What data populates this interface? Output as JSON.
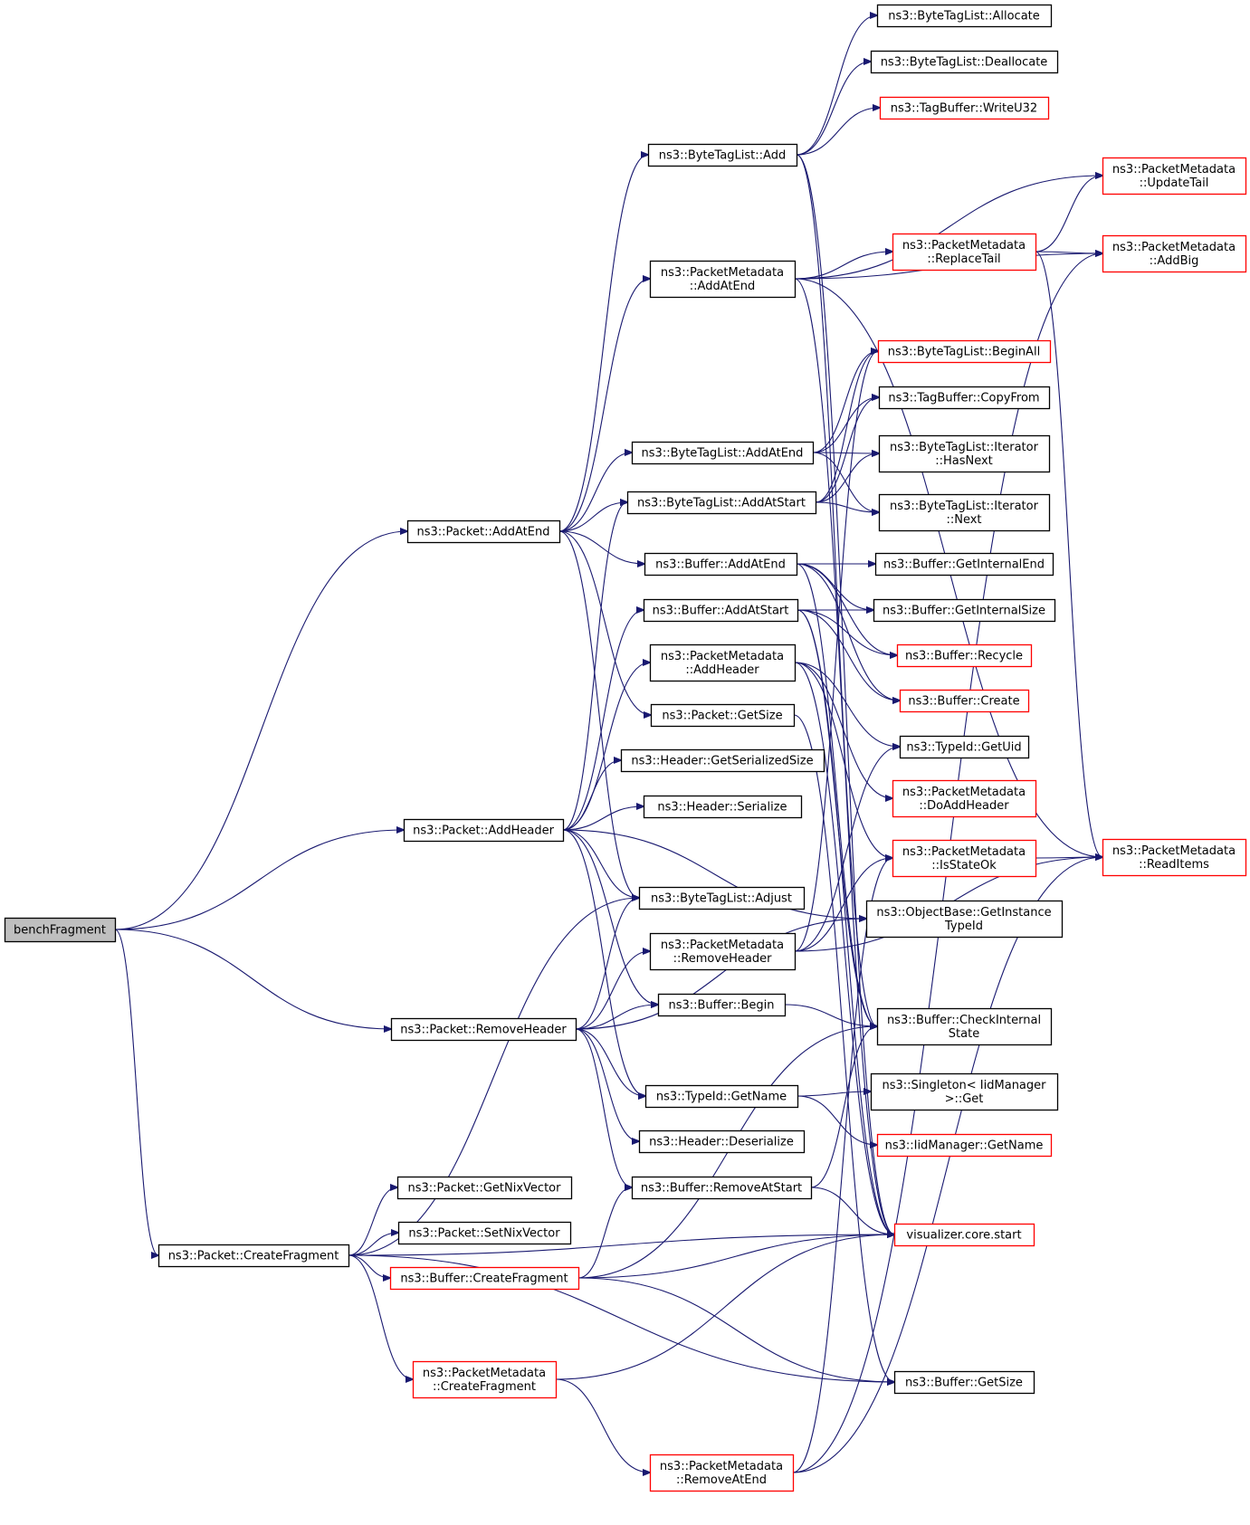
{
  "colors": {
    "edge": "#191970",
    "normal_border": "#000000",
    "red_border": "#ff0000",
    "root_fill": "#bfbfbf"
  },
  "nodes": [
    {
      "id": "benchFragment",
      "lines": [
        "benchFragment"
      ],
      "style": "root"
    },
    {
      "id": "AddAtEnd",
      "lines": [
        "ns3::Packet::AddAtEnd"
      ],
      "style": "black"
    },
    {
      "id": "AddHeader",
      "lines": [
        "ns3::Packet::AddHeader"
      ],
      "style": "black"
    },
    {
      "id": "RemoveHeader",
      "lines": [
        "ns3::Packet::RemoveHeader"
      ],
      "style": "black"
    },
    {
      "id": "CreateFragment",
      "lines": [
        "ns3::Packet::CreateFragment"
      ],
      "style": "black"
    },
    {
      "id": "BTL_Add",
      "lines": [
        "ns3::ByteTagList::Add"
      ],
      "style": "black"
    },
    {
      "id": "PM_AddAtEnd",
      "lines": [
        "ns3::PacketMetadata",
        "::AddAtEnd"
      ],
      "style": "black"
    },
    {
      "id": "BTL_AddAtEnd",
      "lines": [
        "ns3::ByteTagList::AddAtEnd"
      ],
      "style": "black"
    },
    {
      "id": "BTL_AddAtStart",
      "lines": [
        "ns3::ByteTagList::AddAtStart"
      ],
      "style": "black"
    },
    {
      "id": "Buf_AddAtEnd",
      "lines": [
        "ns3::Buffer::AddAtEnd"
      ],
      "style": "black"
    },
    {
      "id": "Buf_AddAtStart",
      "lines": [
        "ns3::Buffer::AddAtStart"
      ],
      "style": "black"
    },
    {
      "id": "PM_AddHeader",
      "lines": [
        "ns3::PacketMetadata",
        "::AddHeader"
      ],
      "style": "black"
    },
    {
      "id": "Pkt_GetSize",
      "lines": [
        "ns3::Packet::GetSize"
      ],
      "style": "black"
    },
    {
      "id": "Hdr_GetSerSize",
      "lines": [
        "ns3::Header::GetSerializedSize"
      ],
      "style": "black"
    },
    {
      "id": "Hdr_Serialize",
      "lines": [
        "ns3::Header::Serialize"
      ],
      "style": "black"
    },
    {
      "id": "BTL_Adjust",
      "lines": [
        "ns3::ByteTagList::Adjust"
      ],
      "style": "black"
    },
    {
      "id": "PM_RemoveHeader",
      "lines": [
        "ns3::PacketMetadata",
        "::RemoveHeader"
      ],
      "style": "black"
    },
    {
      "id": "Buf_Begin",
      "lines": [
        "ns3::Buffer::Begin"
      ],
      "style": "black"
    },
    {
      "id": "TypeId_GetName",
      "lines": [
        "ns3::TypeId::GetName"
      ],
      "style": "black"
    },
    {
      "id": "Hdr_Deserialize",
      "lines": [
        "ns3::Header::Deserialize"
      ],
      "style": "black"
    },
    {
      "id": "Buf_RemoveAtStart",
      "lines": [
        "ns3::Buffer::RemoveAtStart"
      ],
      "style": "black"
    },
    {
      "id": "Pkt_GetNixVector",
      "lines": [
        "ns3::Packet::GetNixVector"
      ],
      "style": "black"
    },
    {
      "id": "Pkt_SetNixVector",
      "lines": [
        "ns3::Packet::SetNixVector"
      ],
      "style": "black"
    },
    {
      "id": "Buf_CreateFragment",
      "lines": [
        "ns3::Buffer::CreateFragment"
      ],
      "style": "red"
    },
    {
      "id": "PM_CreateFragment",
      "lines": [
        "ns3::PacketMetadata",
        "::CreateFragment"
      ],
      "style": "red"
    },
    {
      "id": "PM_RemoveAtEnd",
      "lines": [
        "ns3::PacketMetadata",
        "::RemoveAtEnd"
      ],
      "style": "red"
    },
    {
      "id": "BTL_Allocate",
      "lines": [
        "ns3::ByteTagList::Allocate"
      ],
      "style": "black"
    },
    {
      "id": "BTL_Deallocate",
      "lines": [
        "ns3::ByteTagList::Deallocate"
      ],
      "style": "black"
    },
    {
      "id": "TB_WriteU32",
      "lines": [
        "ns3::TagBuffer::WriteU32"
      ],
      "style": "red"
    },
    {
      "id": "PM_ReplaceTail",
      "lines": [
        "ns3::PacketMetadata",
        "::ReplaceTail"
      ],
      "style": "red"
    },
    {
      "id": "BTL_BeginAll",
      "lines": [
        "ns3::ByteTagList::BeginAll"
      ],
      "style": "red"
    },
    {
      "id": "TB_CopyFrom",
      "lines": [
        "ns3::TagBuffer::CopyFrom"
      ],
      "style": "black"
    },
    {
      "id": "It_HasNext",
      "lines": [
        "ns3::ByteTagList::Iterator",
        "::HasNext"
      ],
      "style": "black"
    },
    {
      "id": "It_Next",
      "lines": [
        "ns3::ByteTagList::Iterator",
        "::Next"
      ],
      "style": "black"
    },
    {
      "id": "Buf_GetInternalEnd",
      "lines": [
        "ns3::Buffer::GetInternalEnd"
      ],
      "style": "black"
    },
    {
      "id": "Buf_GetInternalSize",
      "lines": [
        "ns3::Buffer::GetInternalSize"
      ],
      "style": "black"
    },
    {
      "id": "Buf_Recycle",
      "lines": [
        "ns3::Buffer::Recycle"
      ],
      "style": "red"
    },
    {
      "id": "Buf_Create",
      "lines": [
        "ns3::Buffer::Create"
      ],
      "style": "red"
    },
    {
      "id": "TypeId_GetUid",
      "lines": [
        "ns3::TypeId::GetUid"
      ],
      "style": "black"
    },
    {
      "id": "PM_DoAddHeader",
      "lines": [
        "ns3::PacketMetadata",
        "::DoAddHeader"
      ],
      "style": "red"
    },
    {
      "id": "PM_IsStateOk",
      "lines": [
        "ns3::PacketMetadata",
        "::IsStateOk"
      ],
      "style": "red"
    },
    {
      "id": "OB_GetInstanceTypeId",
      "lines": [
        "ns3::ObjectBase::GetInstance",
        "TypeId"
      ],
      "style": "black"
    },
    {
      "id": "Buf_CheckInternalState",
      "lines": [
        "ns3::Buffer::CheckInternal",
        "State"
      ],
      "style": "black"
    },
    {
      "id": "Singleton_Get",
      "lines": [
        "ns3::Singleton< IidManager",
        ">::Get"
      ],
      "style": "black"
    },
    {
      "id": "IidMgr_GetName",
      "lines": [
        "ns3::IidManager::GetName"
      ],
      "style": "red"
    },
    {
      "id": "viz_start",
      "lines": [
        "visualizer.core.start"
      ],
      "style": "red"
    },
    {
      "id": "Buf_GetSize",
      "lines": [
        "ns3::Buffer::GetSize"
      ],
      "style": "black"
    },
    {
      "id": "PM_UpdateTail",
      "lines": [
        "ns3::PacketMetadata",
        "::UpdateTail"
      ],
      "style": "red"
    },
    {
      "id": "PM_AddBig",
      "lines": [
        "ns3::PacketMetadata",
        "::AddBig"
      ],
      "style": "red"
    },
    {
      "id": "PM_ReadItems",
      "lines": [
        "ns3::PacketMetadata",
        "::ReadItems"
      ],
      "style": "red"
    }
  ],
  "edges": [
    [
      "benchFragment",
      "AddAtEnd"
    ],
    [
      "benchFragment",
      "AddHeader"
    ],
    [
      "benchFragment",
      "RemoveHeader"
    ],
    [
      "benchFragment",
      "CreateFragment"
    ],
    [
      "AddAtEnd",
      "BTL_Add"
    ],
    [
      "AddAtEnd",
      "PM_AddAtEnd"
    ],
    [
      "AddAtEnd",
      "BTL_AddAtEnd"
    ],
    [
      "AddAtEnd",
      "BTL_AddAtStart"
    ],
    [
      "AddAtEnd",
      "Buf_AddAtEnd"
    ],
    [
      "AddAtEnd",
      "Pkt_GetSize"
    ],
    [
      "AddAtEnd",
      "BTL_Adjust"
    ],
    [
      "AddHeader",
      "BTL_AddAtStart"
    ],
    [
      "AddHeader",
      "Buf_AddAtStart"
    ],
    [
      "AddHeader",
      "PM_AddHeader"
    ],
    [
      "AddHeader",
      "Hdr_GetSerSize"
    ],
    [
      "AddHeader",
      "Hdr_Serialize"
    ],
    [
      "AddHeader",
      "BTL_Adjust"
    ],
    [
      "AddHeader",
      "OB_GetInstanceTypeId"
    ],
    [
      "AddHeader",
      "TypeId_GetName"
    ],
    [
      "AddHeader",
      "Buf_Begin"
    ],
    [
      "RemoveHeader",
      "BTL_Adjust"
    ],
    [
      "RemoveHeader",
      "PM_RemoveHeader"
    ],
    [
      "RemoveHeader",
      "Buf_Begin"
    ],
    [
      "RemoveHeader",
      "TypeId_GetName"
    ],
    [
      "RemoveHeader",
      "Hdr_Deserialize"
    ],
    [
      "RemoveHeader",
      "Buf_RemoveAtStart"
    ],
    [
      "RemoveHeader",
      "OB_GetInstanceTypeId"
    ],
    [
      "CreateFragment",
      "BTL_Adjust"
    ],
    [
      "CreateFragment",
      "Pkt_GetNixVector"
    ],
    [
      "CreateFragment",
      "Pkt_SetNixVector"
    ],
    [
      "CreateFragment",
      "Buf_CreateFragment"
    ],
    [
      "CreateFragment",
      "PM_CreateFragment"
    ],
    [
      "CreateFragment",
      "viz_start"
    ],
    [
      "CreateFragment",
      "Buf_GetSize"
    ],
    [
      "BTL_Add",
      "BTL_Allocate"
    ],
    [
      "BTL_Add",
      "BTL_Deallocate"
    ],
    [
      "BTL_Add",
      "TB_WriteU32"
    ],
    [
      "BTL_Add",
      "viz_start"
    ],
    [
      "BTL_Add",
      "Buf_CheckInternalState"
    ],
    [
      "PM_AddAtEnd",
      "PM_UpdateTail"
    ],
    [
      "PM_AddAtEnd",
      "PM_AddBig"
    ],
    [
      "PM_AddAtEnd",
      "PM_ReplaceTail"
    ],
    [
      "PM_AddAtEnd",
      "PM_ReadItems"
    ],
    [
      "PM_AddAtEnd",
      "viz_start"
    ],
    [
      "PM_ReplaceTail",
      "PM_UpdateTail"
    ],
    [
      "PM_ReplaceTail",
      "PM_AddBig"
    ],
    [
      "PM_ReplaceTail",
      "PM_ReadItems"
    ],
    [
      "BTL_AddAtEnd",
      "BTL_BeginAll"
    ],
    [
      "BTL_AddAtEnd",
      "TB_CopyFrom"
    ],
    [
      "BTL_AddAtEnd",
      "It_HasNext"
    ],
    [
      "BTL_AddAtEnd",
      "It_Next"
    ],
    [
      "BTL_AddAtStart",
      "BTL_BeginAll"
    ],
    [
      "BTL_AddAtStart",
      "TB_CopyFrom"
    ],
    [
      "BTL_AddAtStart",
      "It_HasNext"
    ],
    [
      "BTL_AddAtStart",
      "It_Next"
    ],
    [
      "Buf_AddAtEnd",
      "Buf_GetInternalEnd"
    ],
    [
      "Buf_AddAtEnd",
      "Buf_GetInternalSize"
    ],
    [
      "Buf_AddAtEnd",
      "Buf_Recycle"
    ],
    [
      "Buf_AddAtEnd",
      "Buf_Create"
    ],
    [
      "Buf_AddAtEnd",
      "Buf_CheckInternalState"
    ],
    [
      "Buf_AddAtStart",
      "Buf_GetInternalSize"
    ],
    [
      "Buf_AddAtStart",
      "Buf_Recycle"
    ],
    [
      "Buf_AddAtStart",
      "Buf_Create"
    ],
    [
      "Buf_AddAtStart",
      "Buf_CheckInternalState"
    ],
    [
      "Buf_AddAtStart",
      "viz_start"
    ],
    [
      "PM_AddHeader",
      "TypeId_GetUid"
    ],
    [
      "PM_AddHeader",
      "PM_DoAddHeader"
    ],
    [
      "PM_AddHeader",
      "PM_IsStateOk"
    ],
    [
      "PM_AddHeader",
      "viz_start"
    ],
    [
      "Pkt_GetSize",
      "Buf_GetSize"
    ],
    [
      "PM_RemoveHeader",
      "TypeId_GetUid"
    ],
    [
      "PM_RemoveHeader",
      "PM_IsStateOk"
    ],
    [
      "PM_RemoveHeader",
      "PM_ReadItems"
    ],
    [
      "PM_RemoveHeader",
      "BTL_BeginAll"
    ],
    [
      "Buf_Begin",
      "Buf_CheckInternalState"
    ],
    [
      "TypeId_GetName",
      "Singleton_Get"
    ],
    [
      "TypeId_GetName",
      "IidMgr_GetName"
    ],
    [
      "Buf_RemoveAtStart",
      "Buf_CheckInternalState"
    ],
    [
      "Buf_RemoveAtStart",
      "viz_start"
    ],
    [
      "Buf_CreateFragment",
      "Buf_RemoveAtStart"
    ],
    [
      "Buf_CreateFragment",
      "viz_start"
    ],
    [
      "Buf_CreateFragment",
      "Buf_GetSize"
    ],
    [
      "Buf_CreateFragment",
      "Buf_CheckInternalState"
    ],
    [
      "PM_CreateFragment",
      "PM_RemoveAtEnd"
    ],
    [
      "PM_CreateFragment",
      "viz_start"
    ],
    [
      "PM_RemoveAtEnd",
      "PM_AddBig"
    ],
    [
      "PM_RemoveAtEnd",
      "PM_ReadItems"
    ],
    [
      "PM_RemoveAtEnd",
      "PM_IsStateOk"
    ],
    [
      "PM_IsStateOk",
      "PM_ReadItems"
    ]
  ]
}
